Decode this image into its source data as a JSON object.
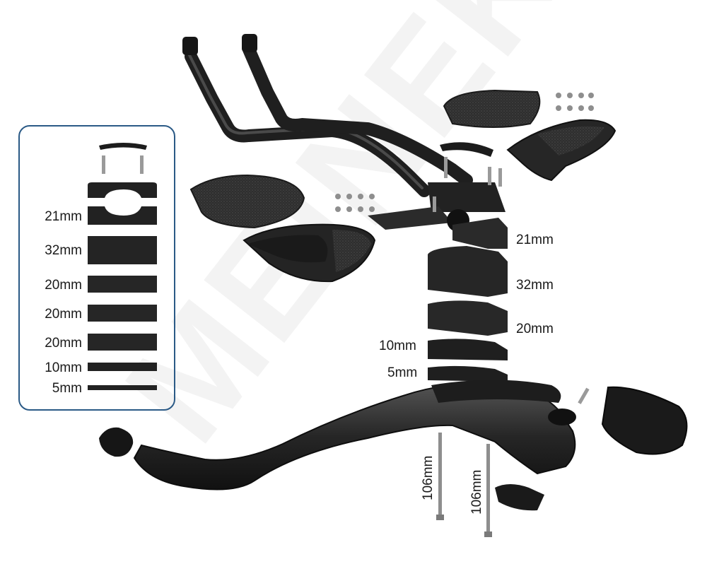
{
  "watermark": "MEINEK",
  "colors": {
    "part": "#2a2a2a",
    "part_dark": "#161616",
    "pad": "#3a3a3a",
    "metal": "#9a9a9a",
    "frame": "#2b5a86"
  },
  "inset": {
    "labels": [
      "21mm",
      "32mm",
      "20mm",
      "20mm",
      "20mm",
      "10mm",
      "5mm"
    ]
  },
  "stack": {
    "labels": [
      "21mm",
      "32mm",
      "20mm",
      "10mm",
      "5mm"
    ]
  },
  "bolts": {
    "labels": [
      "106mm",
      "106mm"
    ]
  }
}
